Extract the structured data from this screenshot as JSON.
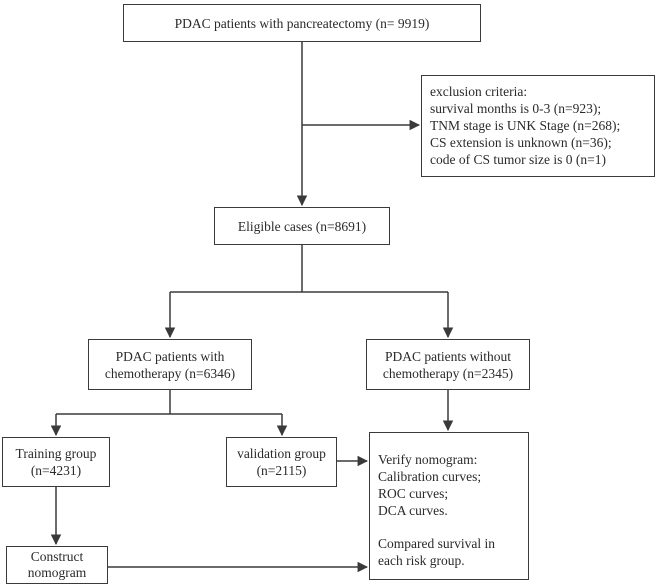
{
  "nodes": {
    "start": {
      "text": "PDAC patients with pancreatectomy (n= 9919)"
    },
    "exclusion": {
      "lines": [
        "exclusion criteria:",
        "survival months is 0-3 (n=923);",
        "TNM stage is UNK Stage (n=268);",
        "CS extension is unknown (n=36);",
        "code of CS tumor size is 0 (n=1)"
      ]
    },
    "eligible": {
      "text": "Eligible cases (n=8691)"
    },
    "with_chemo": {
      "lines": [
        "PDAC patients with",
        "chemotherapy (n=6346)"
      ]
    },
    "without_chemo": {
      "lines": [
        "PDAC patients without",
        "chemotherapy (n=2345)"
      ]
    },
    "training": {
      "lines": [
        "Training group",
        "(n=4231)"
      ]
    },
    "validation": {
      "lines": [
        "validation group",
        "(n=2115)"
      ]
    },
    "verify": {
      "lines_top": [
        "Verify nomogram:",
        "Calibration curves;",
        "ROC curves;",
        "DCA curves."
      ],
      "lines_bottom": [
        "Compared survival in",
        "each risk group."
      ]
    },
    "construct": {
      "lines": [
        "Construct",
        "nomogram"
      ]
    }
  },
  "colors": {
    "line": "#3a3a3a",
    "text": "#2a2a2a",
    "background": "#ffffff"
  }
}
